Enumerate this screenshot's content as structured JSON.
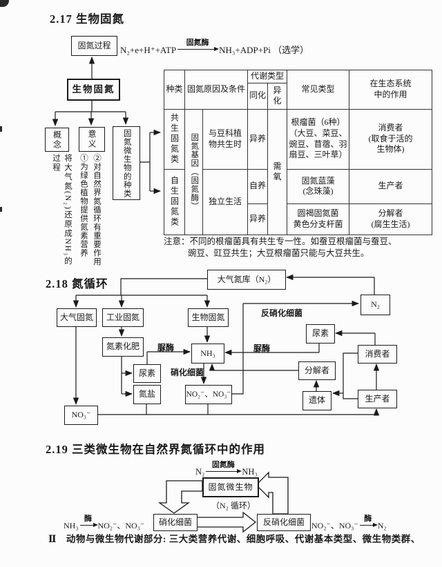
{
  "colors": {
    "ink": "#1a1a1a",
    "paper": "#fcfcfc"
  },
  "s217": {
    "heading": "2.17 生物固氮",
    "process_box": "固氮过程",
    "eq_lhs": "N₂+e+H⁺+ATP",
    "eq_enzyme": "固氮酶",
    "eq_rhs": "NH₃+ADP+Pi （选学）",
    "root_box": "生物固氮",
    "concept_box": "概念",
    "concept_text": "将大气氮(N₂)还原成NH₃的过程",
    "meaning_box": "意义",
    "meaning_text": "①为绿色植物提供氮素营养\n②对自然界氮循环有重要作用",
    "types_box": "固氮微生物的种类",
    "note_line1": "注意：不同的根瘤菌具有共生专一性。如蚕豆根瘤菌与蚕豆、",
    "note_line2": "豌豆、豇豆共生；大豆根瘤菌只能与大豆共生。",
    "table": {
      "h_type": "种类",
      "h_reason": "固氮原因及条件",
      "h_metab": "代谢类型",
      "h_assim": "同化",
      "h_dissim": "异化",
      "h_common": "常见类型",
      "h_role": "在生态系统\n中的作用",
      "r1_type": "共生固氮类",
      "gene": "固氮基因（固氮酶）",
      "r1_cond": "与豆科植\n物共生时",
      "r1_assim": "异养",
      "dissim_all": "需氧",
      "r1_common": "根瘤菌（6种）\n（大豆、菜豆、\n豌豆、苜蓿、羽\n扇豆、三叶草）",
      "r1_role": "消费者\n(取食于活的\n生物体)",
      "r2_type": "自生固氮类",
      "r23_cond": "独立生活",
      "r2_assim": "自养",
      "r2_common": "固氮蓝藻\n(念珠藻)",
      "r2_role": "生产者",
      "r3_assim": "异养",
      "r3_common": "圆褐固氮菌\n黄色分支杆菌",
      "r3_role": "分解者\n(腐生生活)"
    }
  },
  "s218": {
    "heading": "2.18 氮循环",
    "boxes": {
      "atm_pool": "大气氮库（N₂）",
      "atm_fix": "大气固氮",
      "ind_fix": "工业固氮",
      "bio_fix": "生物固氮",
      "n2": "N₂",
      "urea_r": "尿素",
      "consumer": "消费者",
      "fertilizer": "氮素化肥",
      "nh3": "NH₃",
      "urea_l": "尿素",
      "decomposer": "分解者",
      "no2no3": "NO₂⁻、NO₃⁻",
      "n_salt": "氮盐",
      "remains": "遗体",
      "producer": "生产者",
      "no3": "NO₃⁻"
    },
    "labels": {
      "denitrify": "反硝化细菌",
      "urease_l": "脲酶",
      "urease_r": "脲酶",
      "nitrify": "硝化细菌"
    }
  },
  "s219": {
    "heading": "2.19 三类微生物在自然界氮循环中的作用",
    "top_lhs": "N₂",
    "top_enzyme": "固氮酶",
    "top_rhs": "NH₃",
    "center_box": "固氮微生物",
    "cycle_label": "（N₂ 循环）",
    "nitrify_box": "硝化细菌",
    "denitrify_box": "反硝化细菌",
    "left_lhs": "NH₃",
    "left_enzyme": "酶",
    "left_rhs": "NO₂⁻、NO₃⁻",
    "right_lhs": "NO₂⁻、NO₃⁻",
    "right_enzyme": "酶",
    "right_rhs": "N₂"
  },
  "footer": "Ⅱ　动物与微生物代谢部分: 三大类营养代谢、细胞呼吸、代谢基本类型、微生物类群、"
}
